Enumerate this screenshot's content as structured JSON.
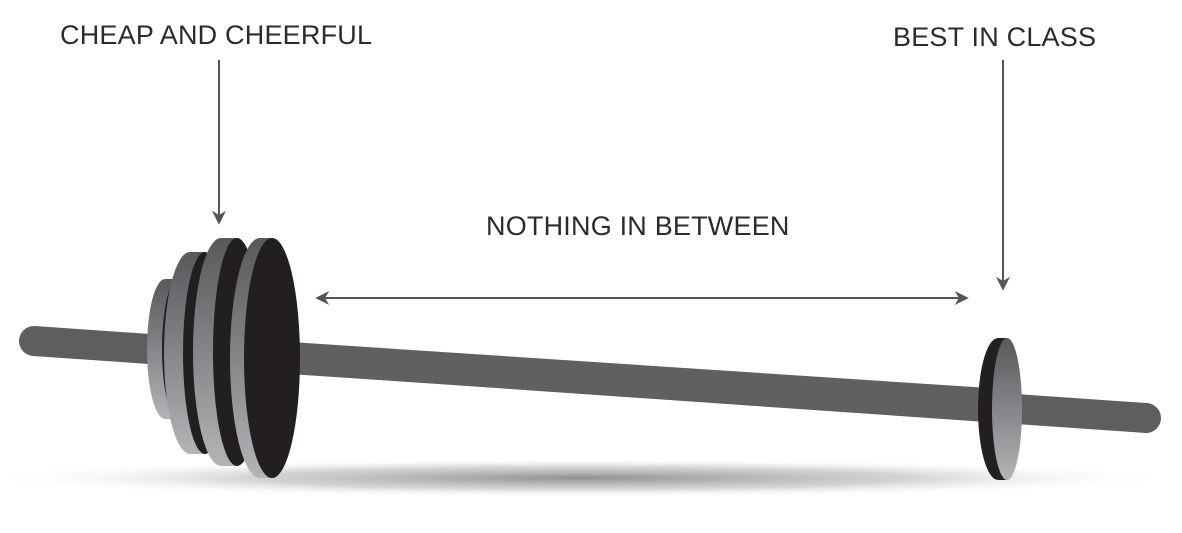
{
  "labels": {
    "left": "CHEAP AND CHEERFUL",
    "right": "BEST IN CLASS",
    "middle": "NOTHING IN BETWEEN"
  },
  "colors": {
    "arrow": "#555555",
    "text": "#2b2b2b",
    "bar": "#5d5e60",
    "plate_face": "#231f20",
    "plate_rim_light": "#a7a8aa",
    "plate_rim_dark": "#58595b",
    "shadow": "#9c9c9c"
  },
  "icons": {
    "left_arrow": "arrow-down-icon",
    "right_arrow": "arrow-down-icon",
    "middle_arrow": "double-headed-arrow-icon",
    "barbell": "barbell-icon"
  }
}
